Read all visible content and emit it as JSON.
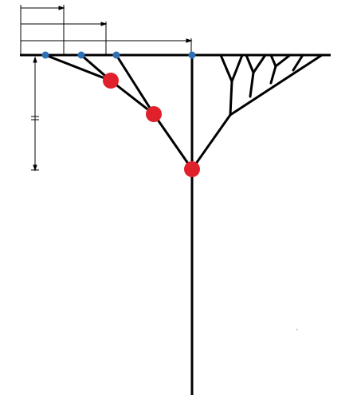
{
  "diagram": {
    "kind": "branching tree",
    "colors": {
      "background": "#ffffff",
      "line": "#000000",
      "junction_node": "#e0202a",
      "surface_node": "#2e6fb5",
      "dimension_line": "#000000"
    },
    "surface_nodes": [
      {
        "id": "s1"
      },
      {
        "id": "s2"
      },
      {
        "id": "s3"
      },
      {
        "id": "s4"
      }
    ],
    "junction_nodes": [
      {
        "id": "j1"
      },
      {
        "id": "j2"
      },
      {
        "id": "j3"
      }
    ],
    "horizontal_dimensions": [
      {
        "id": "d1"
      },
      {
        "id": "d2"
      },
      {
        "id": "d3"
      }
    ],
    "vertical_dimensions": [
      {
        "id": "v1"
      },
      {
        "id": "v2"
      }
    ],
    "right_branch": {
      "levels": 4
    }
  }
}
